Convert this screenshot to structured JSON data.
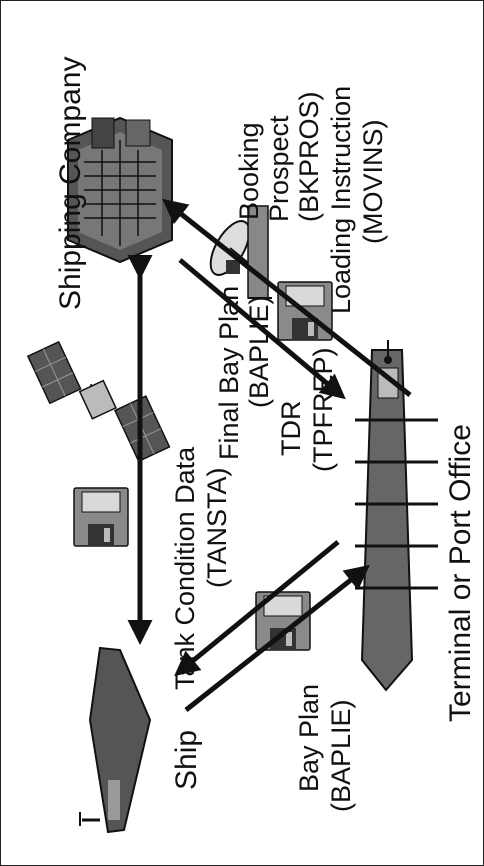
{
  "nodes": {
    "shipping_company": "Shipping Company",
    "terminal": "Terminal or Port Office",
    "ship": "Ship"
  },
  "messages": {
    "tank_condition": {
      "line1": "Tank Condition Data",
      "line2": "(TANSTA)"
    },
    "final_bay_plan": {
      "line1": "Final Bay Plan",
      "line2": "(BAPLIE)"
    },
    "tdr": {
      "line1": "TDR",
      "line2": "(TPFREP)"
    },
    "booking": {
      "line1": "Booking",
      "line2": "Prospect",
      "line3": "(BKPROS)"
    },
    "loading": {
      "line1": "Loading Instruction",
      "line2": "(MOVINS)"
    },
    "bay_plan": {
      "line1": "Bay Plan",
      "line2": "(BAPLIE)"
    }
  },
  "icons": {
    "building": "office-building-icon",
    "ship": "container-ship-icon",
    "satellite": "satellite-icon",
    "antenna": "satellite-dish-icon",
    "disk": "floppy-disk-icon"
  },
  "colors": {
    "ink": "#111111",
    "disk_body": "#8a8a8a",
    "disk_label": "#d9d9d9"
  }
}
